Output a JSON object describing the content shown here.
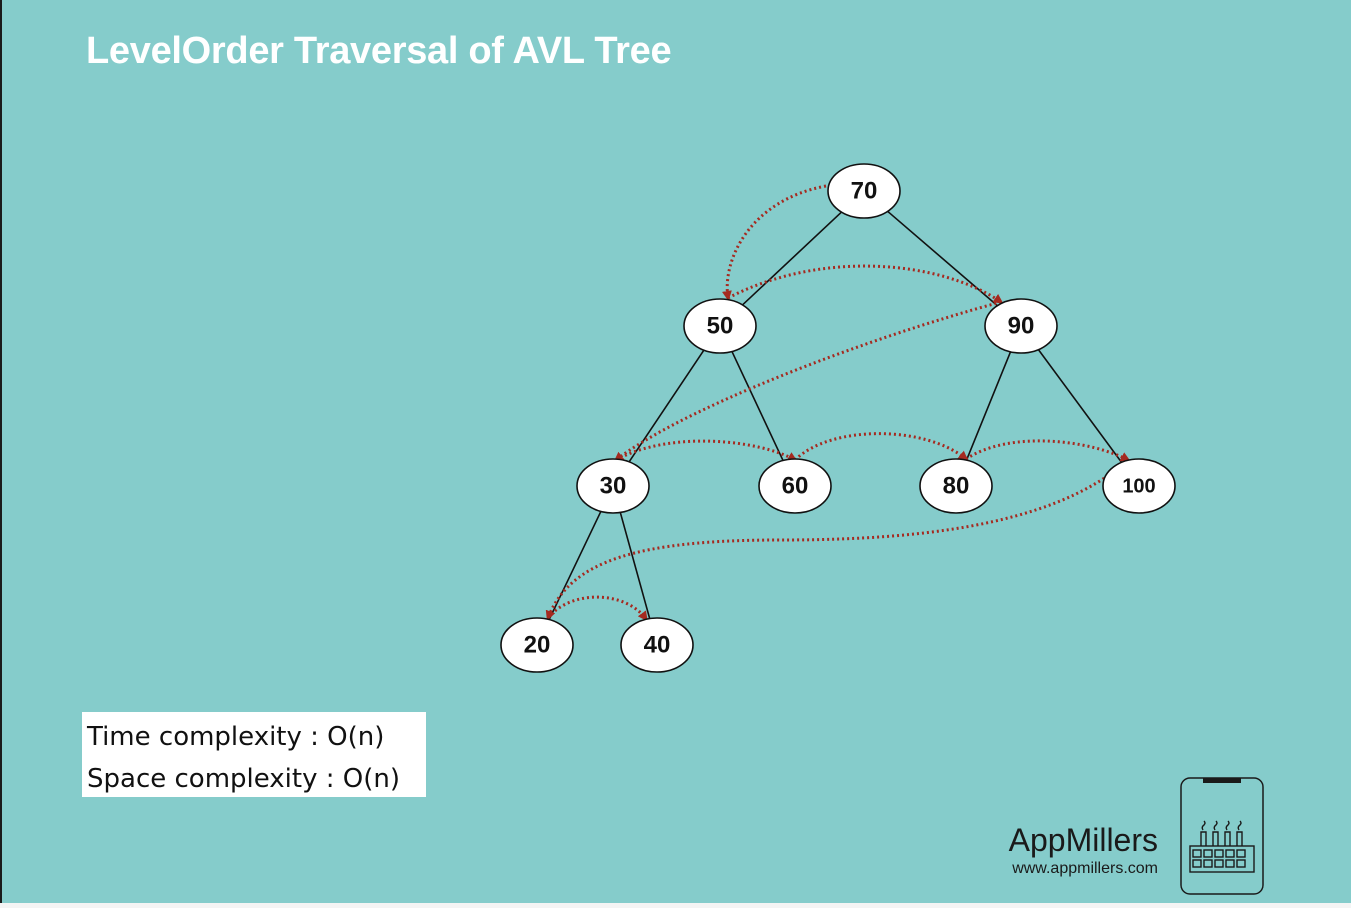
{
  "slide": {
    "title": "LevelOrder Traversal of AVL Tree",
    "background_color": "#85cccb"
  },
  "tree": {
    "nodes": [
      "70",
      "50",
      "90",
      "30",
      "60",
      "80",
      "100",
      "20",
      "40"
    ],
    "edges": [
      [
        "70",
        "50"
      ],
      [
        "70",
        "90"
      ],
      [
        "50",
        "30"
      ],
      [
        "50",
        "60"
      ],
      [
        "90",
        "80"
      ],
      [
        "90",
        "100"
      ],
      [
        "30",
        "20"
      ],
      [
        "30",
        "40"
      ]
    ],
    "traversal_order": [
      "70",
      "50",
      "90",
      "30",
      "60",
      "80",
      "100",
      "20",
      "40"
    ],
    "traversal_arrow_color": "#a52a20"
  },
  "complexity": {
    "time": "Time complexity : O(n)",
    "space": "Space complexity : O(n)"
  },
  "brand": {
    "name": "AppMillers",
    "url": "www.appmillers.com",
    "logo_icon": "factory-phone-icon"
  }
}
